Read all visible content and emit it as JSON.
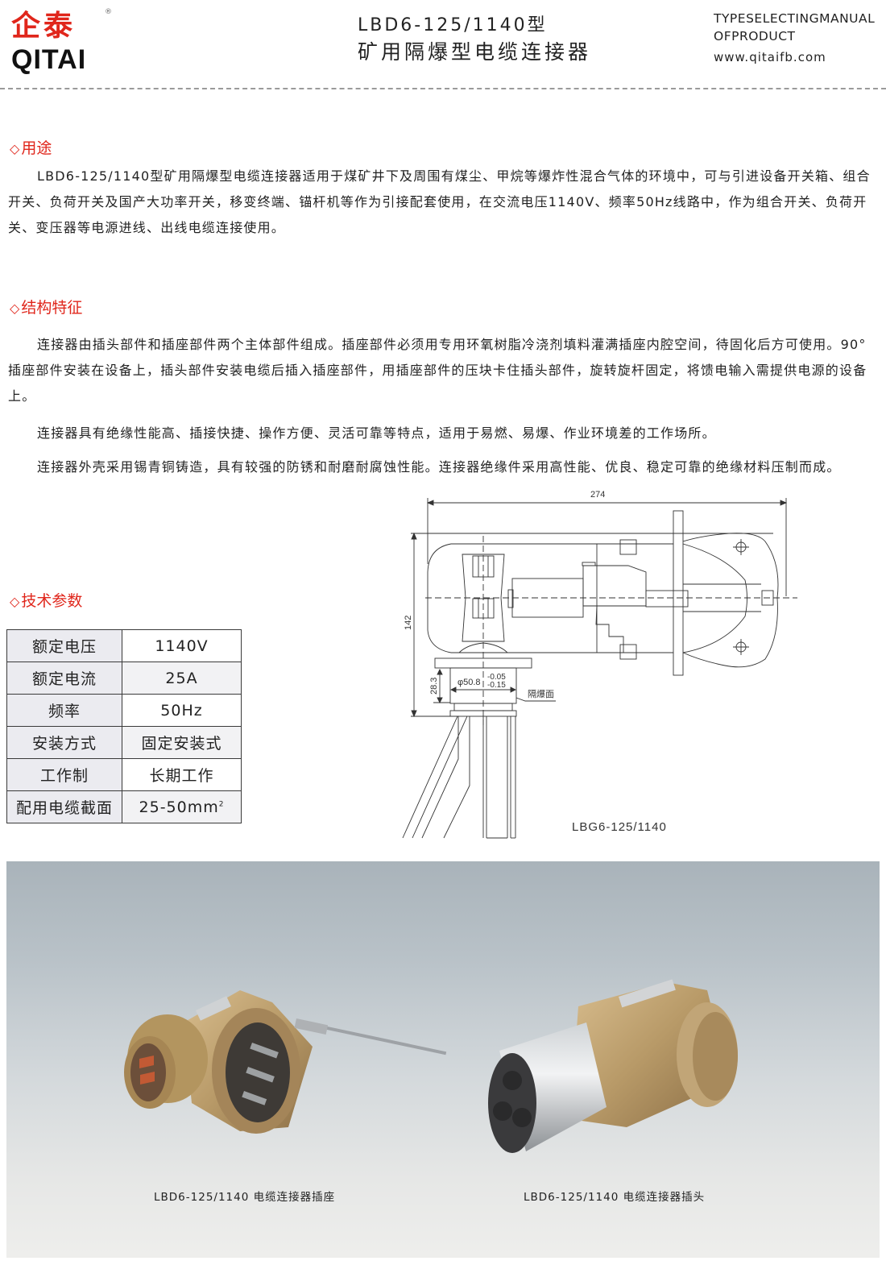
{
  "header": {
    "logo_cn": "企泰",
    "logo_registered": "®",
    "logo_en": "QITAI",
    "title_model": "LBD6-125/1140型",
    "title_name": "矿用隔爆型电缆连接器",
    "tagline_line1": "TYPESELECTINGMANUAL",
    "tagline_line2": "OFPRODUCT",
    "website": "www.qitaifb.com"
  },
  "colors": {
    "accent_red": "#e0261b",
    "text": "#222222",
    "table_key_bg": "#ebebf0"
  },
  "sections": {
    "usage": {
      "icon": "◇",
      "heading": "用途",
      "paragraph": "LBD6-125/1140型矿用隔爆型电缆连接器适用于煤矿井下及周围有煤尘、甲烷等爆炸性混合气体的环境中，可与引进设备开关箱、组合开关、负荷开关及国产大功率开关，移变终端、锚杆机等作为引接配套使用，在交流电压1140V、频率50Hz线路中，作为组合开关、负荷开关、变压器等电源进线、出线电缆连接使用。"
    },
    "structure": {
      "icon": "◇",
      "heading": "结构特征",
      "paragraphs": [
        "连接器由插头部件和插座部件两个主体部件组成。插座部件必须用专用环氧树脂冷浇剂填料灌满插座内腔空间，待固化后方可使用。90° 插座部件安装在设备上，插头部件安装电缆后插入插座部件，用插座部件的压块卡住插头部件，旋转旋杆固定，将馈电输入需提供电源的设备上。",
        "连接器具有绝缘性能高、插接快捷、操作方便、灵活可靠等特点，适用于易燃、易爆、作业环境差的工作场所。",
        "连接器外壳采用锡青铜铸造，具有较强的防锈和耐磨耐腐蚀性能。连接器绝缘件采用高性能、优良、稳定可靠的绝缘材料压制而成。"
      ]
    },
    "specs": {
      "icon": "◇",
      "heading": "技术参数",
      "rows": [
        {
          "key": "额定电压",
          "value": "1140V"
        },
        {
          "key": "额定电流",
          "value": "25A"
        },
        {
          "key": "频率",
          "value": "50Hz"
        },
        {
          "key": "安装方式",
          "value": "固定安装式"
        },
        {
          "key": "工作制",
          "value": "长期工作"
        },
        {
          "key": "配用电缆截面",
          "value": "25-50mm",
          "superscript": "2"
        }
      ]
    }
  },
  "drawing": {
    "dim_length": "274",
    "dim_height": "142",
    "dim_flange": "28.3",
    "dim_diameter": "φ50.8",
    "tol_upper": "-0.05",
    "tol_lower": "-0.15",
    "label_flameproof": "隔爆面",
    "caption": "LBG6-125/1140"
  },
  "photos": {
    "left_caption": "LBD6-125/1140 电缆连接器插座",
    "right_caption": "LBD6-125/1140 电缆连接器插头"
  }
}
